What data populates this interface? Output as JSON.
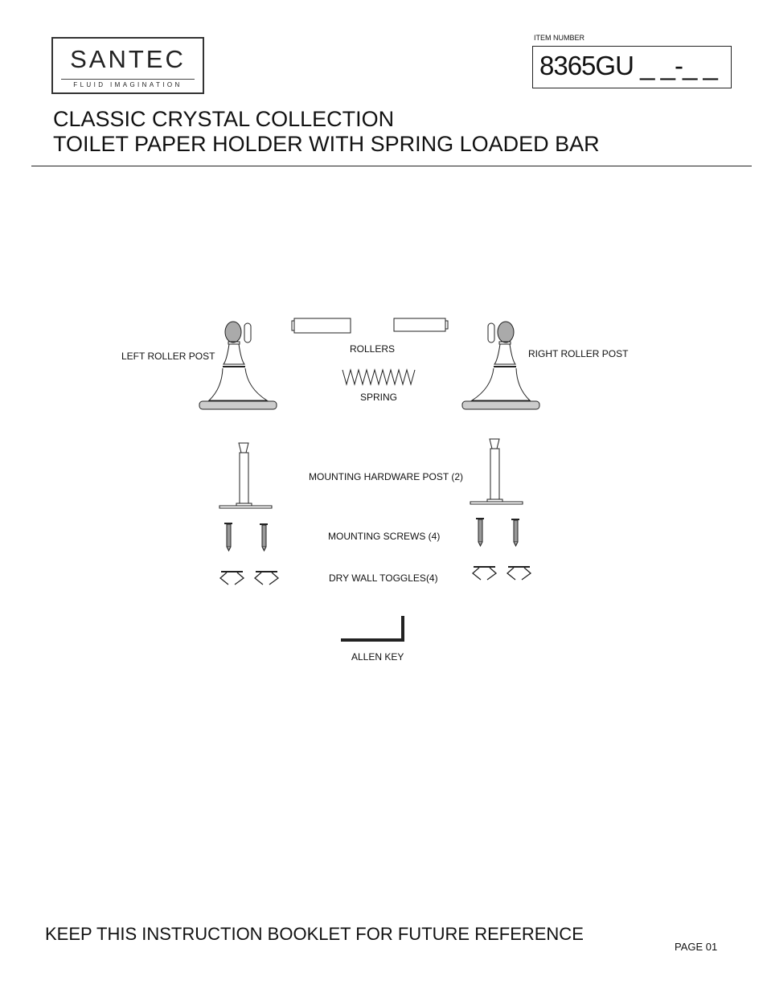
{
  "logo": {
    "name": "SANTEC",
    "tagline": "FLUID IMAGINATION"
  },
  "item": {
    "label": "ITEM NUMBER",
    "value": "8365GU _ _-_ _"
  },
  "titles": [
    "CLASSIC CRYSTAL COLLECTION",
    "TOILET PAPER HOLDER WITH SPRING LOADED BAR"
  ],
  "parts": {
    "left_post": "LEFT  ROLLER POST",
    "rollers": "ROLLERS",
    "right_post": "RIGHT ROLLER POST",
    "spring": "SPRING",
    "mounting_post": "MOUNTING HARDWARE POST (2)",
    "screws": "MOUNTING SCREWS (4)",
    "toggles": "DRY WALL TOGGLES(4)",
    "allen_key": "ALLEN KEY"
  },
  "footer": {
    "note": "KEEP THIS INSTRUCTION BOOKLET FOR FUTURE REFERENCE",
    "page": "PAGE 01"
  }
}
